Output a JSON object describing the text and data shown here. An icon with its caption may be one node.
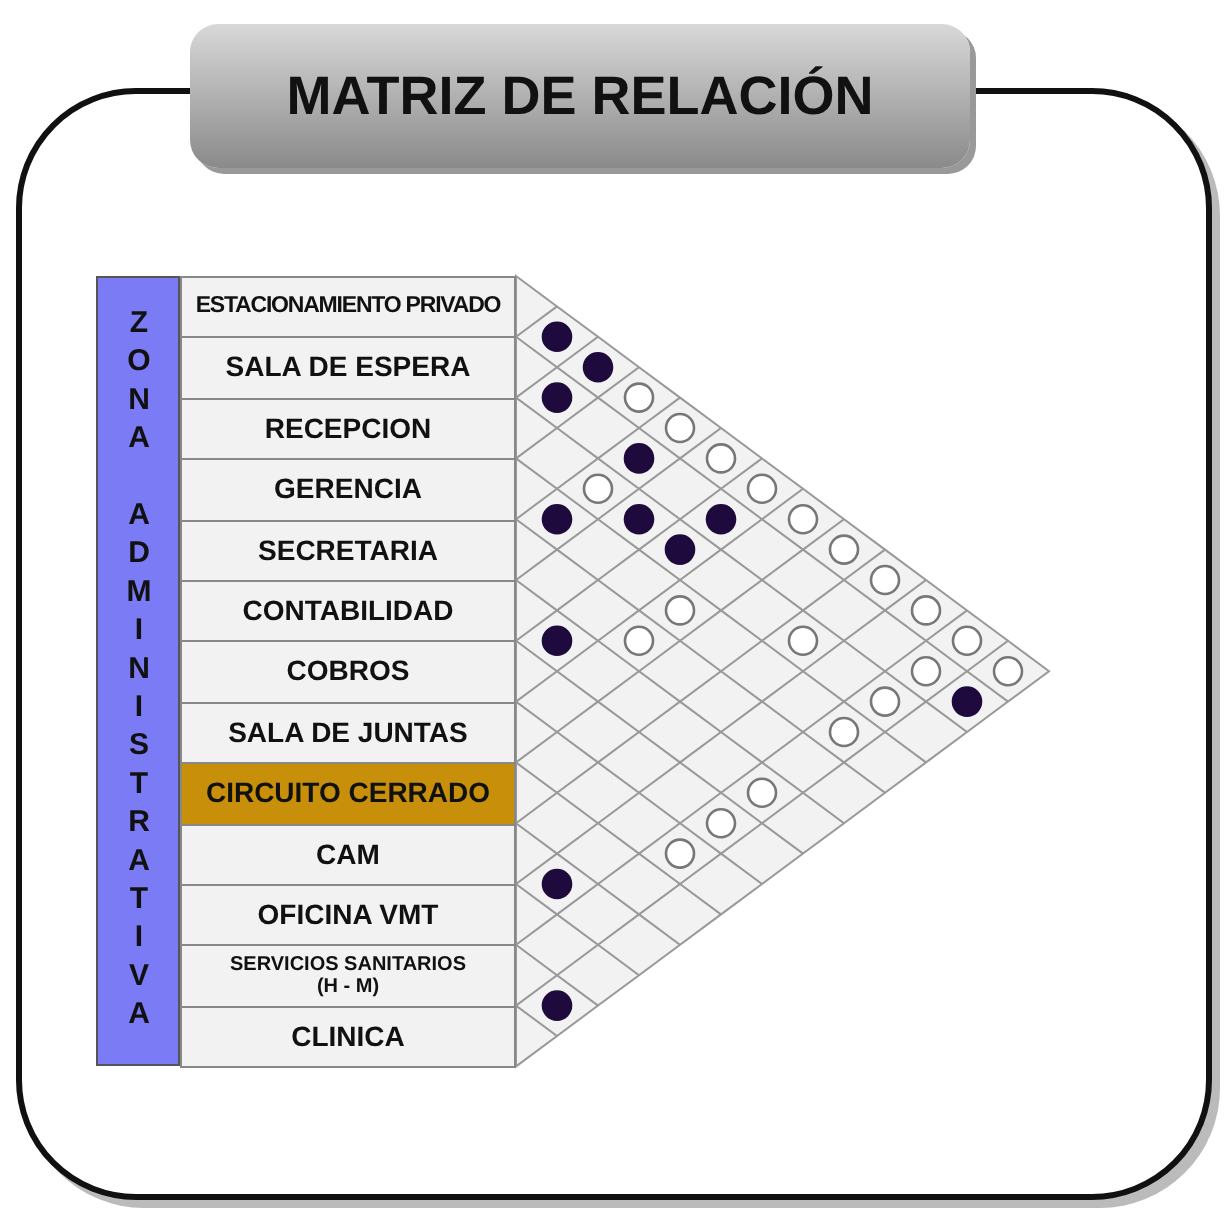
{
  "diagram": {
    "title": "MATRIZ DE RELACIÓN",
    "labels": [
      "ZONA ADMINISTRATIVA",
      "ESTACIONAMIENTO PRIVADO",
      "SALA DE ESPERA",
      "RECEPCION",
      "GERENCIA",
      "SECRETARIA",
      "CONTABILIDAD",
      "COBROS",
      "SALA DE JUNTAS",
      "CIRCUITO CERRADO",
      "CAM",
      "OFICINA VMT",
      "SERVICIOS SANITARIOS (H - M)",
      "CLINICA"
    ]
  }
}
